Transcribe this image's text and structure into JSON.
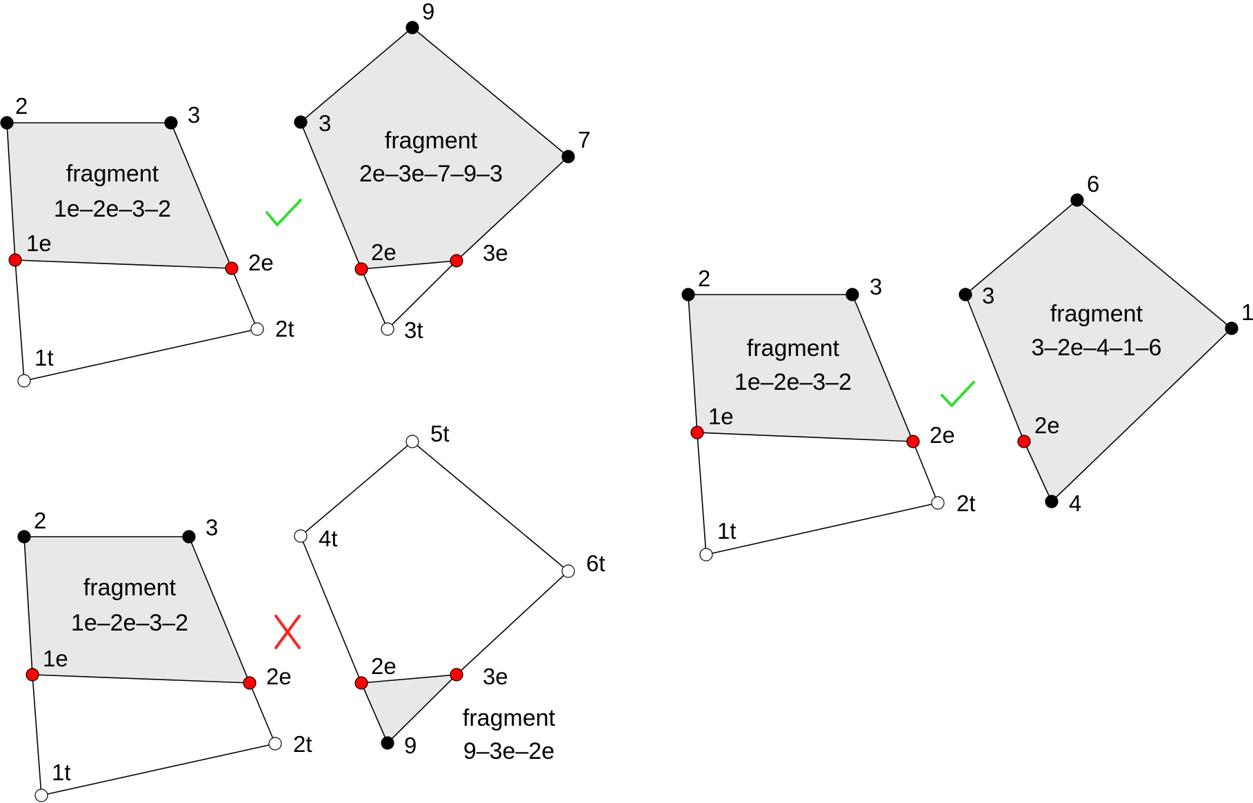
{
  "colors": {
    "fragment_fill": "#e8e8e8",
    "vertex_black": "#000000",
    "vertex_red": "#ff0000",
    "vertex_white": "#ffffff",
    "check": "#33dd33",
    "cross": "#ff2222"
  },
  "panels": {
    "top_left": {
      "left_fragment": {
        "word": "fragment",
        "id": "1e–2e–3–2"
      },
      "right_fragment": {
        "word": "fragment",
        "id": "2e–3e–7–9–3"
      },
      "mark": "check-mark",
      "labels": {
        "l2": "2",
        "l3": "3",
        "l1e": "1e",
        "l2e": "2e",
        "l1t": "1t",
        "l2t": "2t",
        "r9": "9",
        "r3": "3",
        "r7": "7",
        "r2e": "2e",
        "r3e": "3e",
        "r3t": "3t"
      }
    },
    "bottom_left": {
      "left_fragment": {
        "word": "fragment",
        "id": "1e–2e–3–2"
      },
      "right_fragment": {
        "word": "fragment",
        "id": "9–3e–2e"
      },
      "mark": "cross-mark",
      "labels": {
        "l2": "2",
        "l3": "3",
        "l1e": "1e",
        "l2e": "2e",
        "l1t": "1t",
        "l2t": "2t",
        "r5t": "5t",
        "r4t": "4t",
        "r6t": "6t",
        "r2e": "2e",
        "r3e": "3e",
        "r9": "9"
      }
    },
    "right": {
      "left_fragment": {
        "word": "fragment",
        "id": "1e–2e–3–2"
      },
      "right_fragment": {
        "word": "fragment",
        "id": "3–2e–4–1–6"
      },
      "mark": "check-mark",
      "labels": {
        "l2": "2",
        "l3": "3",
        "l1e": "1e",
        "l2e": "2e",
        "l1t": "1t",
        "l2t": "2t",
        "r6": "6",
        "r3": "3",
        "r1": "1",
        "r2e": "2e",
        "r4": "4"
      }
    }
  }
}
